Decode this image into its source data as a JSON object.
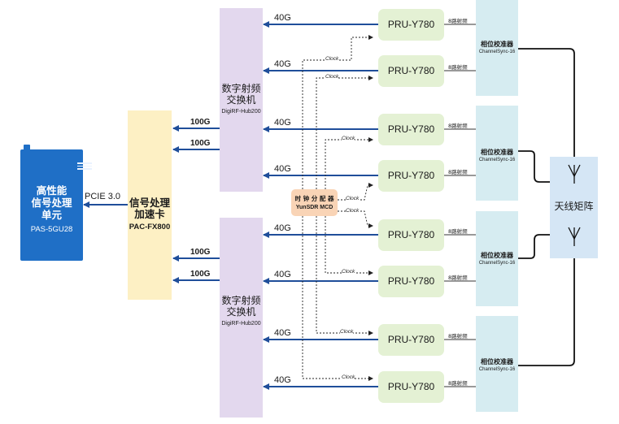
{
  "server": {
    "name_lines": [
      "高性能",
      "信号处理",
      "单元"
    ],
    "model": "PAS-5GU28"
  },
  "card": {
    "name_lines": [
      "信号处理",
      "加速卡"
    ],
    "model": "PAC-FX800"
  },
  "pcie_label": "PCIE 3.0",
  "hubs": [
    {
      "name_lines": [
        "数字射频",
        "交换机"
      ],
      "model": "DigiRF-Hub200"
    },
    {
      "name_lines": [
        "数字射频",
        "交换机"
      ],
      "model": "DigiRF-Hub200"
    }
  ],
  "link_100g": "100G",
  "link_40g": "40G",
  "pru_label": "PRU-Y780",
  "rf_label": "8路射频",
  "sync": {
    "name": "相位校准器",
    "model": "ChannelSync-16"
  },
  "clock_dist": {
    "name": "时 钟 分 配 器",
    "model": "YunSDR MCD"
  },
  "clock_label": "Clock",
  "antenna_matrix": "天线矩阵",
  "colors": {
    "arrow": "#1f4e9a",
    "server": "#1f6fc6",
    "hub": "#e3d8ee",
    "card": "#fdf0c4",
    "pru": "#e4f1d4",
    "sync": "#d6ecf1",
    "clock": "#f9d4b6",
    "matrix": "#d5e6f5"
  }
}
